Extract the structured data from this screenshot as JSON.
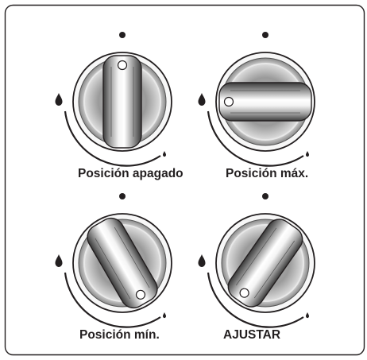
{
  "panels": [
    {
      "id": "off",
      "label": "Posición apagado",
      "knob_angle_deg": 0
    },
    {
      "id": "max",
      "label": "Posición máx.",
      "knob_angle_deg": -90
    },
    {
      "id": "min",
      "label": "Posición mín.",
      "knob_angle_deg": 150
    },
    {
      "id": "adjust",
      "label": "AJUSTAR",
      "knob_angle_deg": -145
    }
  ],
  "icons": {
    "flame_large": "flame-large-icon",
    "flame_small": "flame-small-icon",
    "position_dot": "position-dot-icon"
  },
  "colors": {
    "line": "#231f20",
    "knob_dark": "#4a4a4a",
    "knob_mid": "#a8a8a8",
    "knob_light": "#f0f0f0"
  }
}
